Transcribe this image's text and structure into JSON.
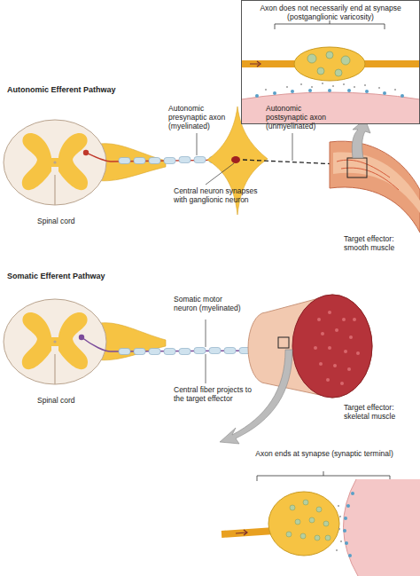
{
  "diagram": {
    "nodes": [
      {
        "text": [
          "Axon does not necessarily end at synapse (postganglionic varicosity)"
        ]
      }
    ],
    "labels": [
      "Autonomic Efferent Pathway",
      "Autonomic presynaptic axon (myelinated)",
      "Autonomic postsynaptic axon (unmyelinated)",
      "Central neuron synapses with ganglionic neuron",
      "Target effector: smooth muscle",
      "Spinal cord",
      "Somatic Efferent Pathway",
      "Somatic motor neuron (myelinated)",
      "Central fiber projects to the target effector",
      "Target effector: skeletal muscle",
      "Spinal cord",
      "Axon ends at synapse (synaptic terminal)"
    ]
  }
}
